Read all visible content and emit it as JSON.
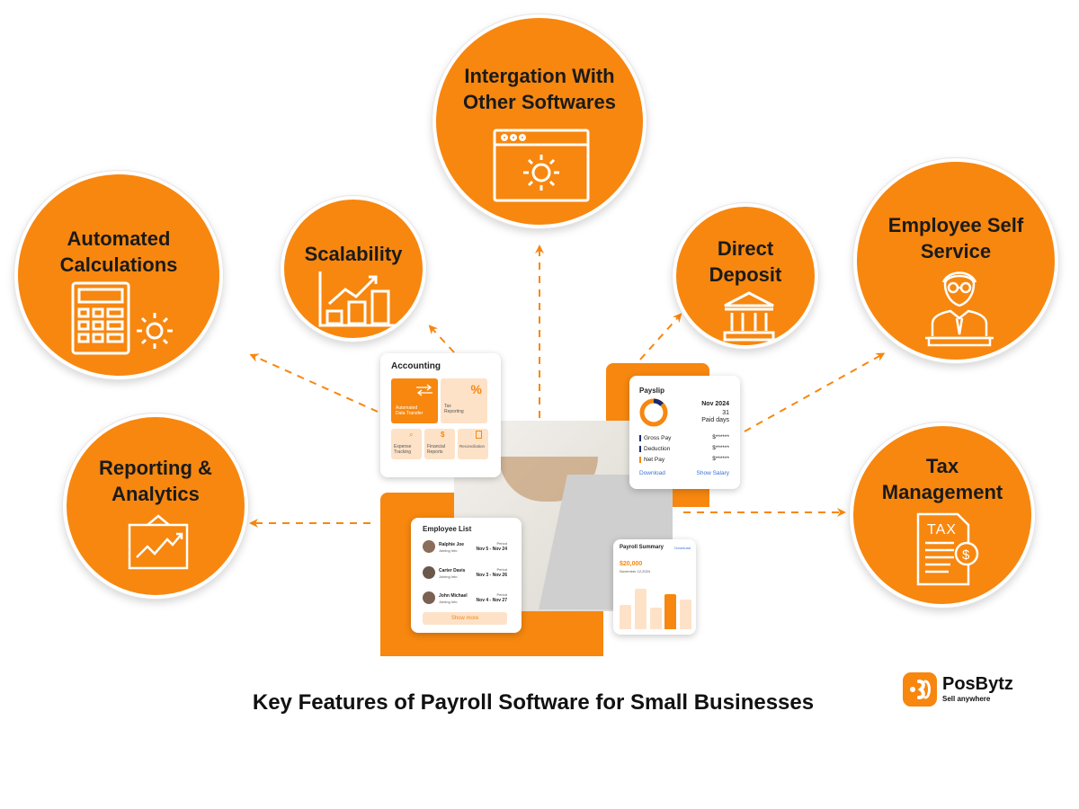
{
  "features": {
    "integration": {
      "title_line1": "Intergation With",
      "title_line2": "Other Softwares",
      "icon": "browser-settings-icon"
    },
    "automated": {
      "title_line1": "Automated",
      "title_line2": "Calculations",
      "icon": "calculator-gear-icon"
    },
    "scalability": {
      "title": "Scalability",
      "icon": "growth-chart-icon"
    },
    "direct_deposit": {
      "title_line1": "Direct",
      "title_line2": "Deposit",
      "icon": "bank-icon"
    },
    "self_service": {
      "title_line1": "Employee Self",
      "title_line2": "Service",
      "icon": "employee-icon"
    },
    "reporting": {
      "title_line1": "Reporting &",
      "title_line2": "Analytics",
      "icon": "presentation-chart-icon"
    },
    "tax": {
      "title_line1": "Tax",
      "title_line2": "Management",
      "icon": "tax-document-icon"
    }
  },
  "accounting_card": {
    "title": "Accounting",
    "tiles": [
      {
        "label": "Automated",
        "sub": "Data Transfer"
      },
      {
        "label": "Tax",
        "sub": "Reporting"
      },
      {
        "label": "Expense",
        "sub": "Tracking"
      },
      {
        "label": "Financial",
        "sub": "Reports"
      },
      {
        "label": "Reconciliation",
        "sub": ""
      }
    ]
  },
  "payslip_card": {
    "title": "Payslip",
    "month": "Nov 2024",
    "days": "31",
    "days_label": "Paid days",
    "rows": [
      {
        "label": "Gross Pay",
        "value": "$******",
        "color": "#1a2a6c"
      },
      {
        "label": "Deduction",
        "value": "$******",
        "color": "#1a2a6c"
      },
      {
        "label": "Net Pay",
        "value": "$******",
        "color": "#f7870f"
      }
    ],
    "download": "Download",
    "show_salary": "Show Salary"
  },
  "employee_card": {
    "title": "Employee List",
    "rows": [
      {
        "name": "Ralphie Joe",
        "role": "Joining Info",
        "period_label": "Period",
        "period": "Nov 5 - Nov 24"
      },
      {
        "name": "Carter Davis",
        "role": "Joining Info",
        "period_label": "Period",
        "period": "Nov 3 - Nov 26"
      },
      {
        "name": "John Michael",
        "role": "Joining Info",
        "period_label": "Period",
        "period": "Nov 4 - Nov 27"
      }
    ],
    "button": "Show more"
  },
  "payroll_card": {
    "title": "Payroll Summary",
    "link": "Download",
    "amount": "$20,000",
    "date": "November 12,2024",
    "bars": [
      0.45,
      0.75,
      0.4,
      0.65,
      0.55
    ]
  },
  "caption": "Key Features of Payroll Software for Small Businesses",
  "logo": {
    "name": "PosBytz",
    "tagline": "Sell anywhere"
  },
  "colors": {
    "accent": "#f7870f",
    "light_accent": "#fde2c8",
    "text": "#1a1a1a"
  }
}
